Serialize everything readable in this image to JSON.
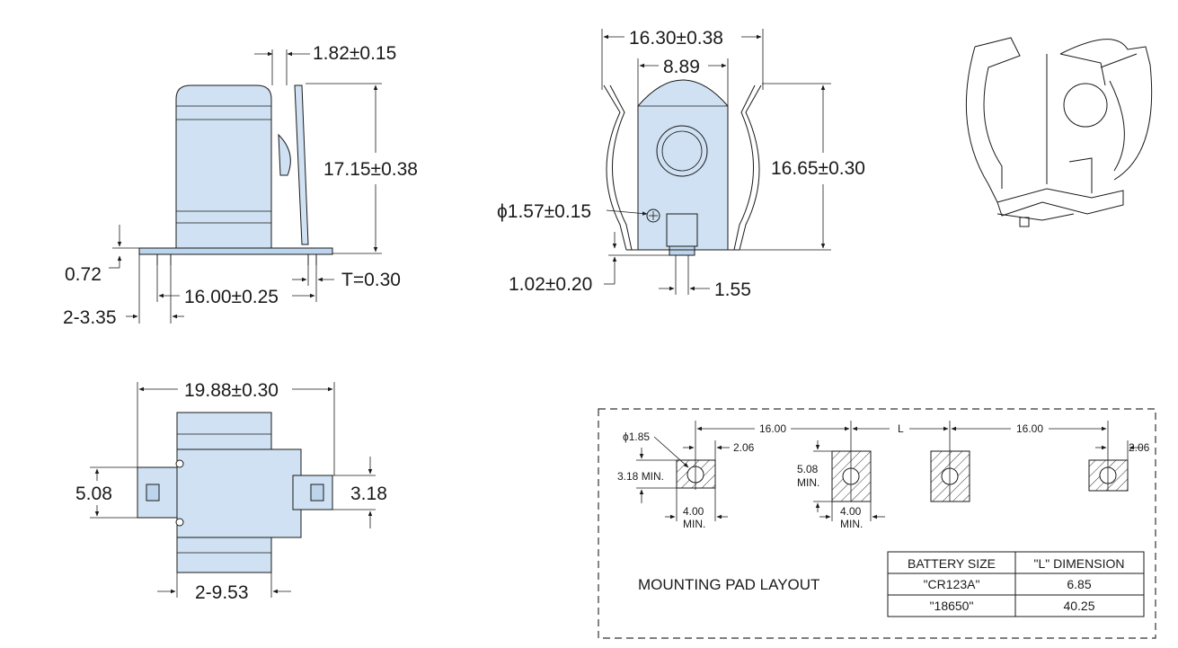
{
  "side_view": {
    "dim_top": "1.82±0.15",
    "dim_height": "17.15±0.38",
    "dim_left": "0.72",
    "dim_thickness": "T=0.30",
    "dim_width": "16.00±0.25",
    "dim_pins": "2-3.35"
  },
  "front_view": {
    "dim_outer": "16.30±0.38",
    "dim_inner": "8.89",
    "dim_height": "16.65±0.30",
    "dim_hole": "ϕ1.57±0.15",
    "dim_bottom": "1.02±0.20",
    "dim_tab": "1.55"
  },
  "bottom_view": {
    "dim_width": "19.88±0.30",
    "dim_left": "5.08",
    "dim_right": "3.18",
    "dim_slots": "2-9.53"
  },
  "pad_layout": {
    "title": "MOUNTING PAD LAYOUT",
    "dim_pitch_left": "16.00",
    "dim_L": "L",
    "dim_pitch_right": "16.00",
    "dim_hole": "ϕ1.85",
    "dim_206_left": "2.06",
    "dim_206_right": "2.06",
    "dim_318": "3.18 MIN.",
    "dim_508_line1": "5.08",
    "dim_508_line2": "MIN.",
    "dim_400a_line1": "4.00",
    "dim_400a_line2": "MIN.",
    "dim_400b_line1": "4.00",
    "dim_400b_line2": "MIN.",
    "table": {
      "headers": [
        "BATTERY SIZE",
        "\"L\" DIMENSION"
      ],
      "rows": [
        [
          "\"CR123A\"",
          "6.85"
        ],
        [
          "\"18650\"",
          "40.25"
        ]
      ]
    }
  },
  "colors": {
    "part_fill": "#cfe1f2",
    "line": "#1a1a1a"
  }
}
